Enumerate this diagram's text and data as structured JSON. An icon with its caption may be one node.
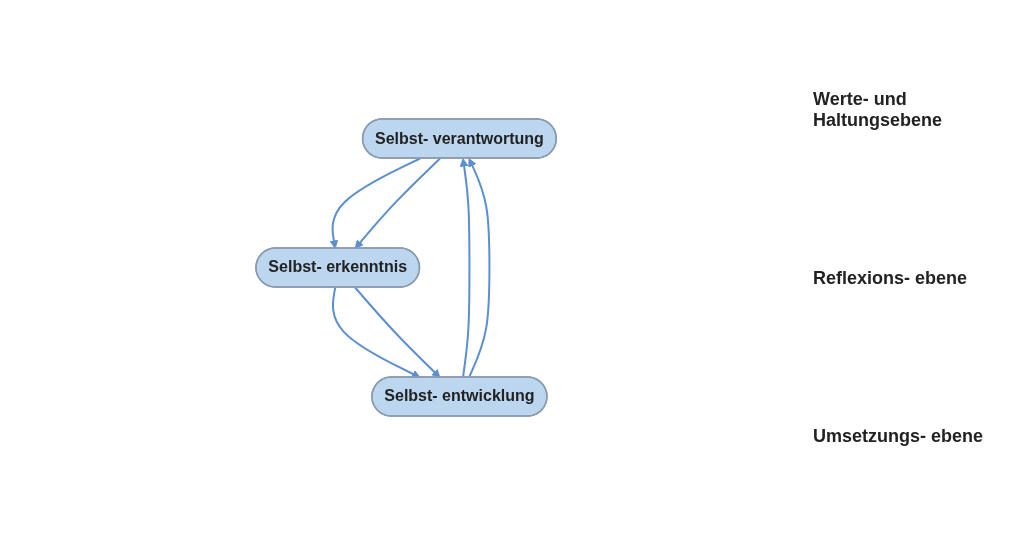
{
  "diagram": {
    "nodes": [
      {
        "text": [
          "Selbst- verantwortung"
        ]
      },
      {
        "text": [
          "Selbst- erkenntnis"
        ]
      },
      {
        "text": [
          "Selbst- entwicklung"
        ]
      }
    ],
    "edges": [
      {
        "from": 0,
        "to": 1,
        "arrow": "to"
      },
      {
        "from": 0,
        "to": 1,
        "arrow": "to"
      },
      {
        "from": 1,
        "to": 2,
        "arrow": "to"
      },
      {
        "from": 1,
        "to": 2,
        "arrow": "to"
      },
      {
        "from": 2,
        "to": 0,
        "arrow": "to"
      },
      {
        "from": 2,
        "to": 0,
        "arrow": "to"
      }
    ],
    "labels": [
      "Werte- und Haltungsebene",
      "Reflexions- ebene",
      "Umsetzungs- ebene"
    ]
  }
}
